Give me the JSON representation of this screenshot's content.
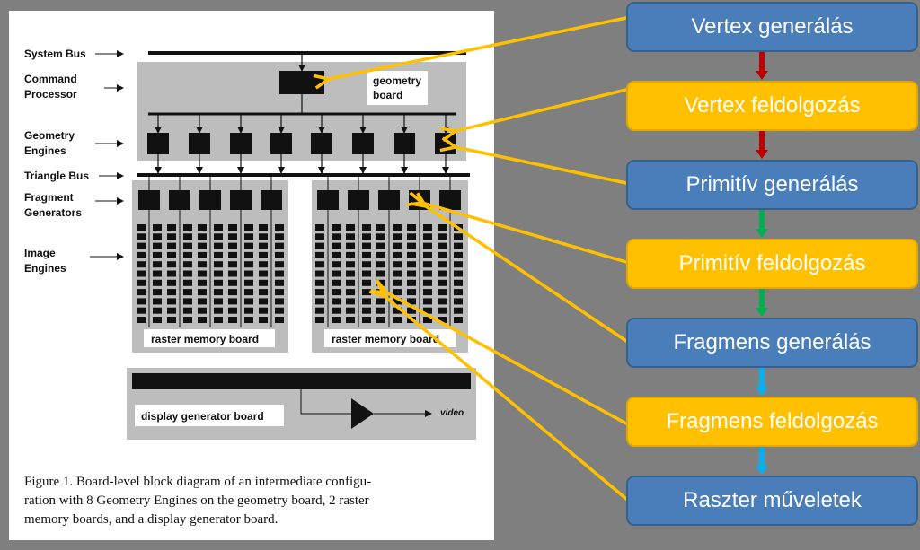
{
  "figure": {
    "left_labels": [
      {
        "id": "system-bus",
        "lines": [
          "System Bus"
        ]
      },
      {
        "id": "command-processor",
        "lines": [
          "Command",
          "Processor"
        ]
      },
      {
        "id": "geometry-engines",
        "lines": [
          "Geometry",
          "Engines"
        ]
      },
      {
        "id": "triangle-bus",
        "lines": [
          "Triangle Bus"
        ]
      },
      {
        "id": "fragment-generators",
        "lines": [
          "Fragment",
          "Generators"
        ]
      },
      {
        "id": "image-engines",
        "lines": [
          "Image",
          "Engines"
        ]
      }
    ],
    "geometry_board": [
      "geometry",
      "board"
    ],
    "raster_board_left": "raster memory board",
    "raster_board_right": "raster memory board",
    "display_board": "display generator board",
    "video": "video",
    "caption": [
      "Figure 1.  Board-level block diagram of an intermediate configu-",
      "ration with 8 Geometry Engines on the geometry board, 2 raster",
      "memory boards, and a display generator board."
    ]
  },
  "pipeline": {
    "stages": [
      {
        "label": "Vertex generálás",
        "style": "blue"
      },
      {
        "label": "Vertex feldolgozás",
        "style": "yellow"
      },
      {
        "label": "Primitív generálás",
        "style": "blue"
      },
      {
        "label": "Primitív feldolgozás",
        "style": "yellow"
      },
      {
        "label": "Fragmens generálás",
        "style": "blue"
      },
      {
        "label": "Fragmens feldolgozás",
        "style": "yellow"
      },
      {
        "label": "Raszter műveletek",
        "style": "blue"
      }
    ],
    "connector_colors": [
      "#c00000",
      "#c00000",
      "#00b050",
      "#00b050",
      "#00b0f0",
      "#00b0f0"
    ],
    "pointer_color": "#ffc000"
  }
}
